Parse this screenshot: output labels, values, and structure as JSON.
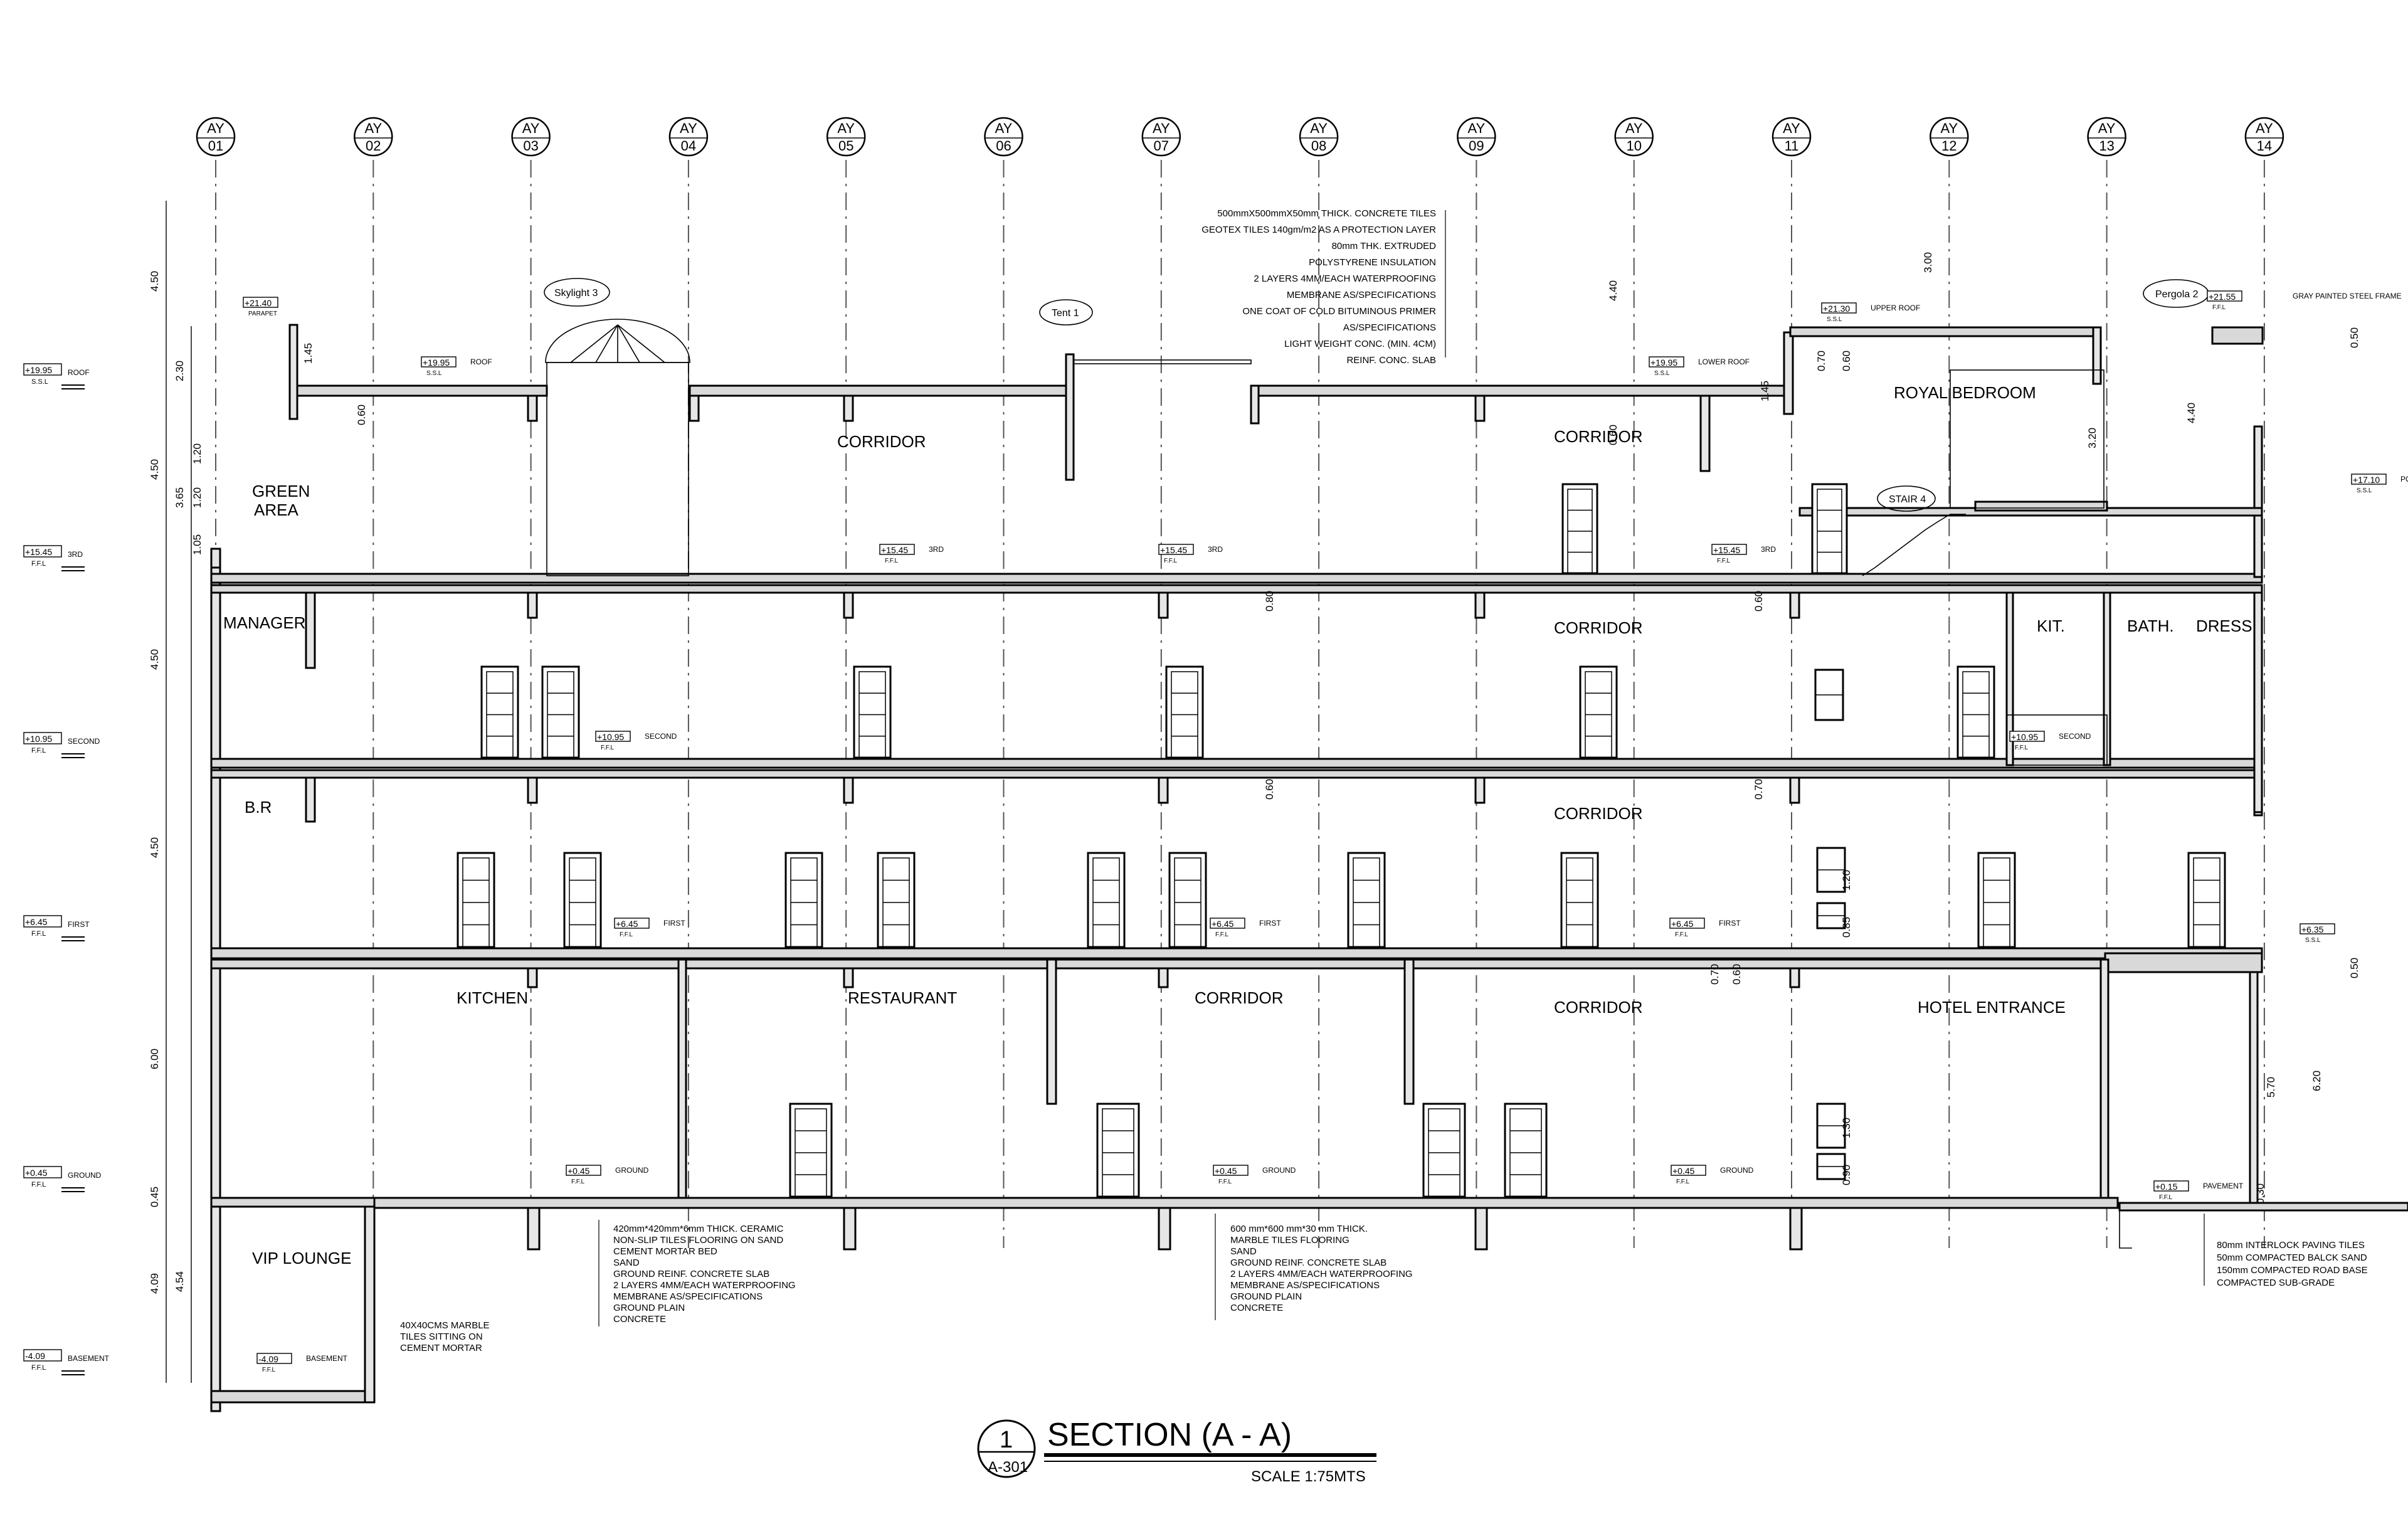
{
  "axes": [
    "01",
    "02",
    "03",
    "04",
    "05",
    "06",
    "07",
    "08",
    "09",
    "10",
    "11",
    "12",
    "13",
    "14"
  ],
  "axis_prefix": "AY",
  "rooms": {
    "green_area_1": "GREEN",
    "green_area_2": "AREA",
    "corridor": "CORRIDOR",
    "royal_bedroom": "ROYAL BEDROOM",
    "manager": "MANAGER",
    "kit": "KIT.",
    "bath": "BATH.",
    "dress": "DRESS.",
    "br": "B.R",
    "kitchen": "KITCHEN",
    "restaurant": "RESTAURANT",
    "hotel_entrance": "HOTEL ENTRANCE",
    "vip_lounge": "VIP LOUNGE"
  },
  "tags": {
    "skylight": "Skylight 3",
    "tent": "Tent 1",
    "pergola": "Pergola 2",
    "stair": "STAIR 4"
  },
  "levels_left": [
    {
      "value": "+19.95",
      "sub": "S.S.L",
      "name": "ROOF"
    },
    {
      "value": "+15.45",
      "sub": "F.F.L",
      "name": "3RD"
    },
    {
      "value": "+10.95",
      "sub": "F.F.L",
      "name": "SECOND"
    },
    {
      "value": "+6.45",
      "sub": "F.F.L",
      "name": "FIRST"
    },
    {
      "value": "+0.45",
      "sub": "F.F.L",
      "name": "GROUND"
    },
    {
      "value": "-4.09",
      "sub": "F.F.L",
      "name": "BASEMENT"
    }
  ],
  "levels_inline": {
    "parapet": {
      "value": "+21.40",
      "sub": "PARAPET"
    },
    "roof": {
      "value": "+19.95",
      "sub": "S.S.L",
      "name": "ROOF"
    },
    "lower_roof": {
      "value": "+19.95",
      "sub": "S.S.L",
      "name": "LOWER ROOF"
    },
    "upper_roof": {
      "value": "+21.30",
      "sub": "S.S.L",
      "name": "UPPER ROOF"
    },
    "steel_frame": {
      "value": "+21.55",
      "sub": "F.F.L",
      "name": "GRAY PAINTED STEEL FRAME"
    },
    "pool_deck": {
      "value": "+17.10",
      "sub": "S.S.L",
      "name": "POOL DECK LVL."
    },
    "third_a": {
      "value": "+15.45",
      "sub": "F.F.L",
      "name": "3RD"
    },
    "third_b": {
      "value": "+15.45",
      "sub": "F.F.L",
      "name": "3RD"
    },
    "third_c": {
      "value": "+15.45",
      "sub": "F.F.L",
      "name": "3RD"
    },
    "second_a": {
      "value": "+10.95",
      "sub": "F.F.L",
      "name": "SECOND"
    },
    "second_b": {
      "value": "+10.95",
      "sub": "F.F.L",
      "name": "SECOND"
    },
    "first_a": {
      "value": "+6.45",
      "sub": "F.F.L",
      "name": "FIRST"
    },
    "first_b": {
      "value": "+6.45",
      "sub": "F.F.L",
      "name": "FIRST"
    },
    "first_c": {
      "value": "+6.45",
      "sub": "F.F.L",
      "name": "FIRST"
    },
    "first_right": {
      "value": "+6.35",
      "sub": "S.S.L"
    },
    "ground_a": {
      "value": "+0.45",
      "sub": "F.F.L",
      "name": "GROUND"
    },
    "ground_b": {
      "value": "+0.45",
      "sub": "F.F.L",
      "name": "GROUND"
    },
    "ground_c": {
      "value": "+0.45",
      "sub": "F.F.L",
      "name": "GROUND"
    },
    "pavement": {
      "value": "+0.15",
      "sub": "F.F.L",
      "name": "PAVEMENT"
    },
    "basement": {
      "value": "-4.09",
      "sub": "F.F.L",
      "name": "BASEMENT"
    }
  },
  "dims_left_outer": [
    "4.50",
    "4.50",
    "4.50",
    "4.50",
    "6.00",
    "0.45",
    "4.09"
  ],
  "dims_left_inner": [
    "2.30",
    "3.65",
    "4.54"
  ],
  "dims_green": [
    "1.20",
    "1.20",
    "1.05"
  ],
  "dims_misc": {
    "parapet_h": "1.45",
    "roof_slab": "0.60",
    "skylight_h": "4.40",
    "upper_roof_h": "3.00",
    "beam_080": "0.80",
    "beam_060": "0.60",
    "beam_070": "0.70",
    "lower_roof_145": "1.45",
    "lower_roof_070": "0.70",
    "lower_roof_060": "0.60",
    "royal_320": "3.20",
    "royal_440": "4.40",
    "right_050_top": "0.50",
    "right_050_mid": "0.50",
    "right_570": "5.70",
    "right_620": "6.20",
    "right_030": "0.30",
    "win_120": "1.20",
    "win_085": "0.85",
    "win_130": "1.30",
    "win_090": "0.90",
    "gr_070": "0.70",
    "gr_060": "0.60"
  },
  "roof_notes": [
    "500mmX500mmX50mm THICK. CONCRETE TILES",
    "GEOTEX TILES 140gm/m2 AS A PROTECTION LAYER",
    "80mm THK. EXTRUDED",
    "POLYSTYRENE INSULATION",
    "2 LAYERS 4MM/EACH WATERPROOFING",
    "MEMBRANE AS/SPECIFICATIONS",
    "ONE COAT OF COLD BITUMINOUS PRIMER",
    "AS/SPECIFICATIONS",
    "LIGHT WEIGHT CONC. (MIN. 4CM)",
    "REINF. CONC. SLAB"
  ],
  "floor_notes_a": [
    "420mm*420mm*6mm THICK. CERAMIC",
    "NON-SLIP TILES FLOORING ON SAND",
    "CEMENT MORTAR BED",
    "SAND",
    "GROUND REINF. CONCRETE SLAB",
    "2 LAYERS 4MM/EACH WATERPROOFING",
    "MEMBRANE AS/SPECIFICATIONS",
    "GROUND PLAIN",
    "CONCRETE"
  ],
  "floor_notes_b": [
    "600 mm*600 mm*30 mm THICK.",
    "MARBLE TILES FLOORING",
    "SAND",
    "GROUND REINF. CONCRETE SLAB",
    "2 LAYERS 4MM/EACH WATERPROOFING",
    "MEMBRANE AS/SPECIFICATIONS",
    "GROUND PLAIN",
    "CONCRETE"
  ],
  "basement_notes": [
    "40X40CMS MARBLE",
    "TILES SITTING ON",
    "CEMENT MORTAR"
  ],
  "pavement_notes": [
    "80mm INTERLOCK PAVING TILES",
    "50mm COMPACTED BALCK SAND",
    "150mm COMPACTED ROAD BASE",
    "COMPACTED SUB-GRADE"
  ],
  "title_block": {
    "number": "1",
    "sheet": "A-301",
    "title": "SECTION  (A - A)",
    "scale": "SCALE  1:75MTS"
  }
}
